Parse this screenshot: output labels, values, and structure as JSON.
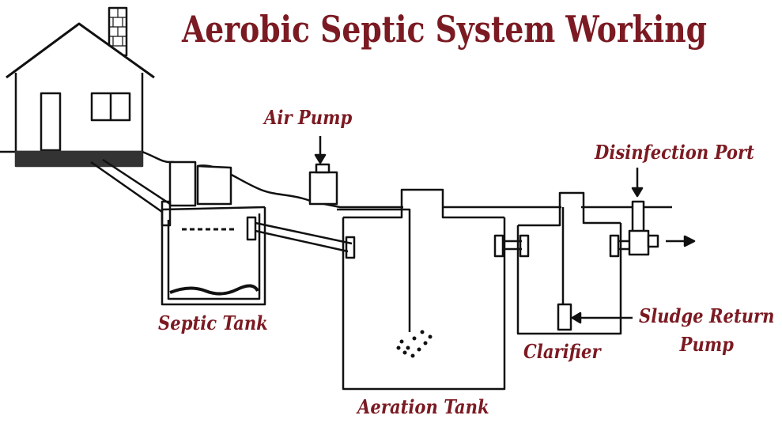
{
  "title": "Aerobic Septic System Working",
  "labels": {
    "air_pump": "Air Pump",
    "disinfection_port": "Disinfection Port",
    "septic_tank": "Septic Tank",
    "aeration_tank": "Aeration Tank",
    "clarifier": "Clarifier",
    "sludge_return_pump_line1": "Sludge Return",
    "sludge_return_pump_line2": "Pump"
  },
  "colors": {
    "label": "#7b1a22",
    "line": "#111111",
    "foundation": "#333333"
  }
}
